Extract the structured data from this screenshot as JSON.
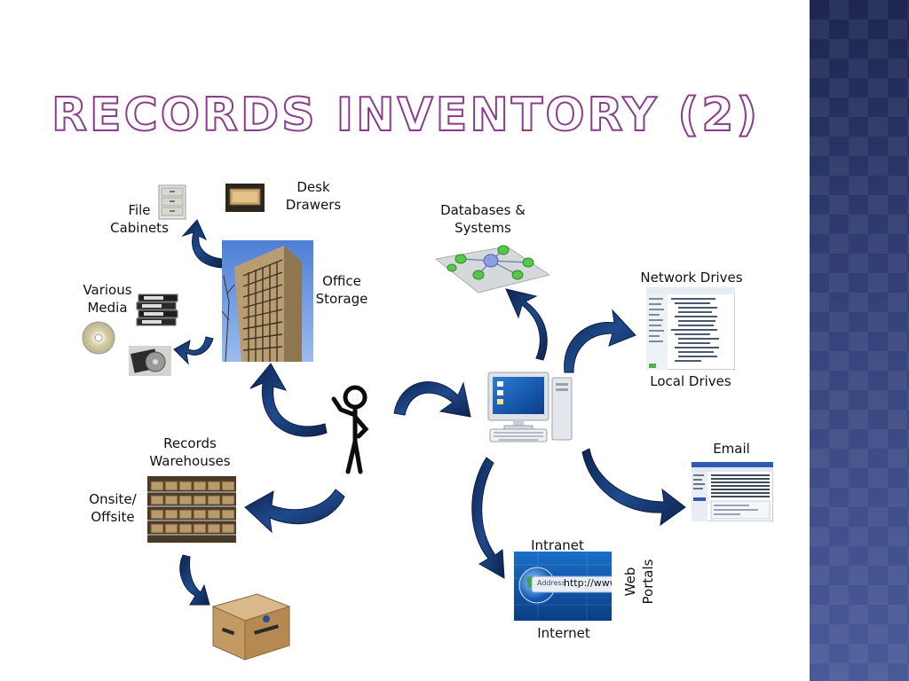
{
  "title": "Records Inventory (2)",
  "labels": {
    "file_cabinets": [
      "File",
      "Cabinets"
    ],
    "desk_drawers": [
      "Desk",
      "Drawers"
    ],
    "various_media": [
      "Various",
      "Media"
    ],
    "office_storage": [
      "Office",
      "Storage"
    ],
    "records_warehouses": [
      "Records",
      "Warehouses"
    ],
    "onsite_offsite": [
      "Onsite/",
      "Offsite"
    ],
    "databases_systems": [
      "Databases &",
      "Systems"
    ],
    "network_drives": "Network Drives",
    "local_drives": "Local Drives",
    "email": "Email",
    "intranet": "Intranet",
    "web_portals": [
      "Web",
      "Portals"
    ],
    "internet": "Internet",
    "address_bar_label": "Address",
    "address_bar_url": "http://www"
  },
  "colors": {
    "arrow": "#1a3c74",
    "title_outline": "#8a3c8c",
    "side_band": "#2f3b6e"
  }
}
